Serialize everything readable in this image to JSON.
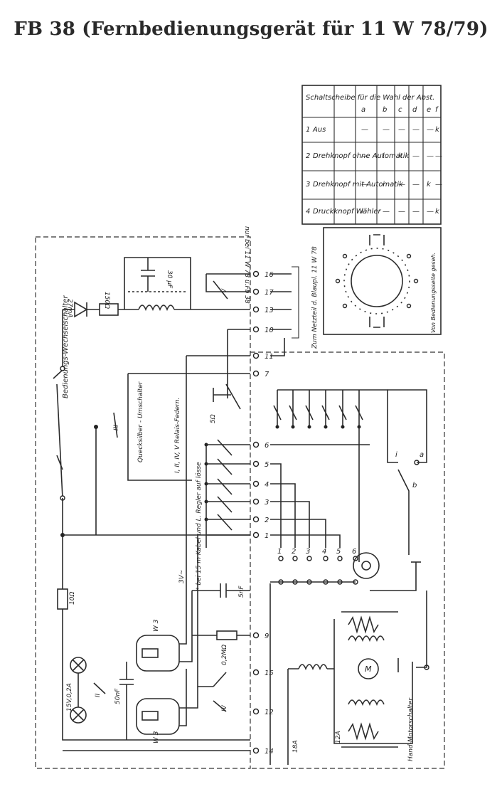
{
  "title": "FB 38 (Fernbedienungsgerät für 11 W 78/79)",
  "labels": {
    "note_top": "nur bei 11 W 78 u.Fb 38",
    "ma27": "27mA",
    "r150": "150Ω",
    "c30": "30 µF",
    "switch_main": "Bedienungs-Wechselschalter",
    "roman_ii": "II",
    "roman_iii": "III",
    "roman_iv": "IV",
    "roman_v": "V",
    "r10": "10Ω",
    "lamp": "15V,0,2A",
    "c50": "50nF",
    "w3a": "W 3",
    "w3b": "W 3",
    "r02": "0,2MΩ",
    "c5": "5nF",
    "v3": "3V~",
    "cable_note": "* bei 15 m Kabel und L. Regler auf lösse",
    "quecksilber": "Quecksilber - Umschalter",
    "relais": "I, II, IV, V Relais-Federn.",
    "r5": "5Ω",
    "netzteil": "Zum Netzteil d. Blaupl. 11 W 78",
    "hand_motor": "Hand-Motorschalter",
    "a18": "18A",
    "a12": "12A",
    "motor": "M",
    "schalt_seite": "Von Bedienungsseite geseh.",
    "switch_a": "a",
    "switch_b": "b",
    "switch_i": "i"
  },
  "terminals": [
    "16",
    "17",
    "13",
    "10",
    "11",
    "7",
    "6",
    "5",
    "4",
    "3",
    "2",
    "1",
    "9",
    "15",
    "12",
    "14"
  ],
  "row_numbers": [
    "1",
    "2",
    "3",
    "4",
    "5",
    "6"
  ],
  "table": {
    "header": "Schaltscheibe für die Wahl der Abst.",
    "cols": [
      "a",
      "b",
      "c",
      "d",
      "e",
      "f"
    ],
    "rows": [
      {
        "num": "1",
        "name": "Aus",
        "cells": [
          "—",
          "—",
          "—",
          "—",
          "—",
          "k"
        ]
      },
      {
        "num": "2",
        "name": "Drehknopf ohne Automatik",
        "cells": [
          "—",
          "i",
          "k",
          "—",
          "—",
          "—"
        ]
      },
      {
        "num": "3",
        "name": "Drehknopf mit Automatik",
        "cells": [
          "—",
          "i",
          "—",
          "—",
          "k",
          "—"
        ]
      },
      {
        "num": "4",
        "name": "Druckknopf Wähler",
        "cells": [
          "i",
          "—",
          "—",
          "—",
          "—",
          "k"
        ]
      }
    ]
  }
}
